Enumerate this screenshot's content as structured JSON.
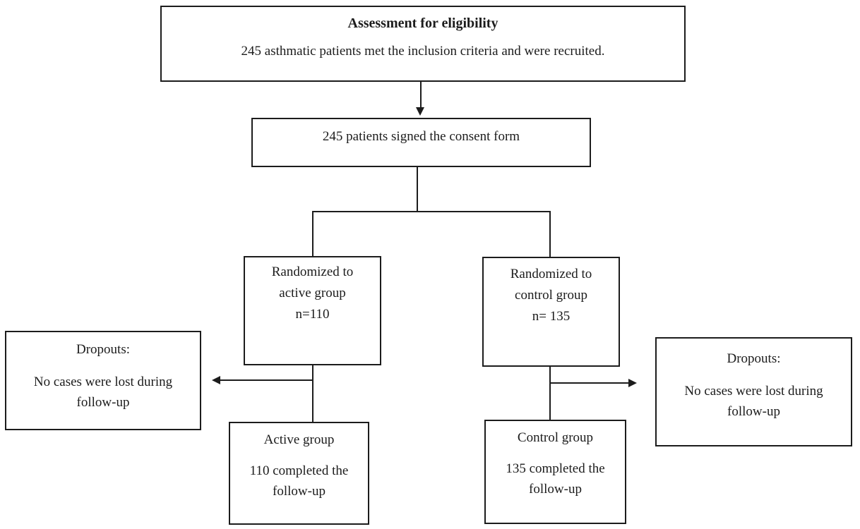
{
  "diagram": {
    "eligibility": {
      "title": "Assessment for eligibility",
      "body": "245 asthmatic patients met the inclusion criteria and were recruited."
    },
    "consent": {
      "body": "245 patients signed the consent form"
    },
    "randomized_active": {
      "line1": "Randomized to",
      "line2": "active group",
      "line3": "n=110"
    },
    "randomized_control": {
      "line1": "Randomized to",
      "line2": "control group",
      "line3": "n= 135"
    },
    "dropouts_left": {
      "title": "Dropouts:",
      "line1": "No cases were lost during",
      "line2": "follow-up"
    },
    "dropouts_right": {
      "title": "Dropouts:",
      "line1": "No cases were lost during",
      "line2": "follow-up"
    },
    "active_group": {
      "line1": "Active group",
      "line2": "110 completed the",
      "line3": "follow-up"
    },
    "control_group": {
      "line1": "Control group",
      "line2": "135 completed the",
      "line3": "follow-up"
    }
  },
  "colors": {
    "line": "#1c1c1c",
    "text": "#1c1c1c",
    "background": "#ffffff"
  }
}
